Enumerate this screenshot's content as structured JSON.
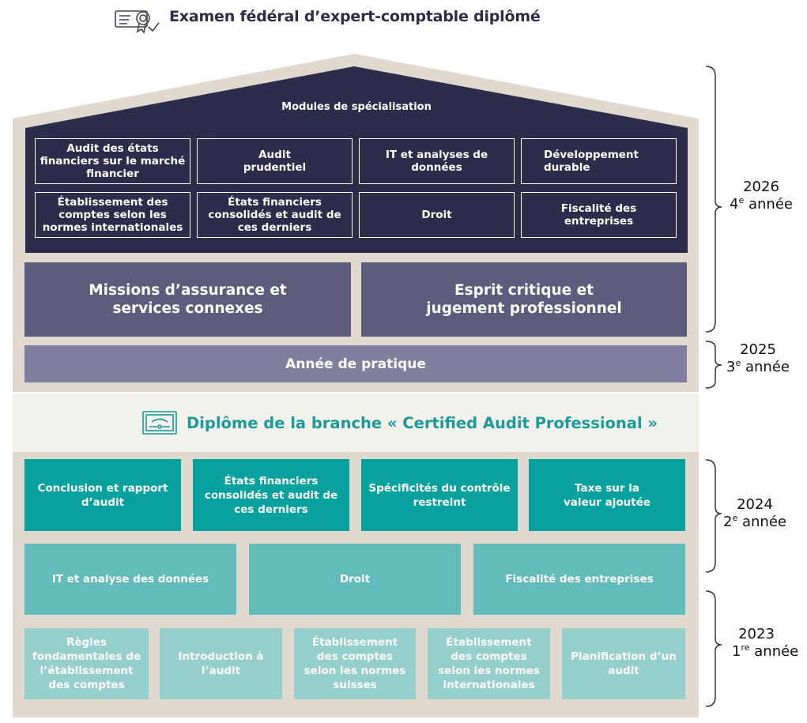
{
  "header": {
    "title": "Examen fédéral d’expert-comptable diplômé",
    "icon": "certificate-icon"
  },
  "specialisation": {
    "title": "Modules de spécialisation",
    "modules": [
      "Audit des états financiers sur le marché financier",
      "Audit prudentiel",
      "IT et analyses de données",
      "Développement durable",
      "Établissement des comptes selon les normes internationales",
      "États financiers consolidés et audit de ces derniers",
      "Droit",
      "Fiscalité des entreprises"
    ]
  },
  "core": [
    "Missions d’assurance et services connexes",
    "Esprit critique et jugement professionnel"
  ],
  "pratique": "Année de pratique",
  "diploma": {
    "label": "Diplôme de la branche « Certified Audit Professional »",
    "icon": "diploma-icon"
  },
  "row_y2a": [
    "Conclusion et rapport d’audit",
    "États financiers consolidés et audit de ces derniers",
    "Spécificités du contrôle restreint",
    "Taxe sur la valeur ajoutée"
  ],
  "row_y2b": [
    "IT et analyse des données",
    "Droit",
    "Fiscalité des entreprises"
  ],
  "row_y1": [
    "Règles fondamentales de l’établissement des comptes",
    "Introduction à l’audit",
    "Établissement des comptes selon les normes suisses",
    "Établissement des comptes selon les normes internationales",
    "Planification d’un audit"
  ],
  "years": [
    {
      "year": "2026",
      "num": "4",
      "sup": "e",
      "word": "année"
    },
    {
      "year": "2025",
      "num": "3",
      "sup": "e",
      "word": "année"
    },
    {
      "year": "2024",
      "num": "2",
      "sup": "e",
      "word": "année"
    },
    {
      "year": "2023",
      "num": "1",
      "sup": "re",
      "word": "année"
    }
  ],
  "colors": {
    "navy": "#2b2d4a",
    "frame": "#e0d9cf",
    "teal_dark": "#07a29e",
    "teal_mid": "#63bcb9",
    "teal_light": "#95cfcb",
    "slate": "#5c5c7c",
    "lavender": "#817f9e"
  }
}
